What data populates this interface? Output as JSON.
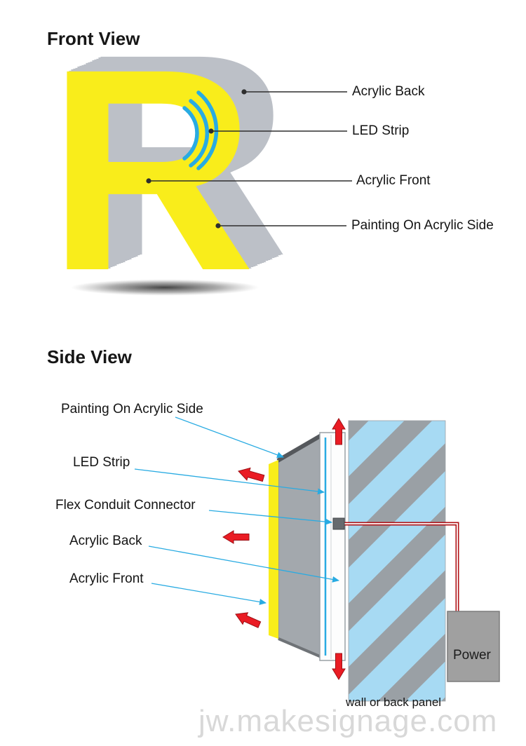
{
  "front_view": {
    "title": "Front View",
    "letter": "R",
    "labels": [
      "Acrylic Back",
      "LED Strip",
      "Acrylic Front",
      "Painting On Acrylic Side"
    ]
  },
  "side_view": {
    "title": "Side View",
    "labels": [
      "Painting On Acrylic Side",
      "LED Strip",
      "Flex Conduit Connector",
      "Acrylic Back",
      "Acrylic Front"
    ],
    "power_label": "Power",
    "wall_label": "wall or back panel"
  },
  "watermark": "jw.makesignage.com",
  "colors": {
    "letter_face_yellow": "#f9ed1b",
    "letter_back_gray": "#bcc0c7",
    "led_blue": "#29abe2",
    "arrow_red": "#ea1c24",
    "conduit_red": "#b01116",
    "wall_blue": "#a7daf3",
    "wall_stripe_gray": "#9aa0a5",
    "power_box_gray": "#a0a0a0"
  }
}
